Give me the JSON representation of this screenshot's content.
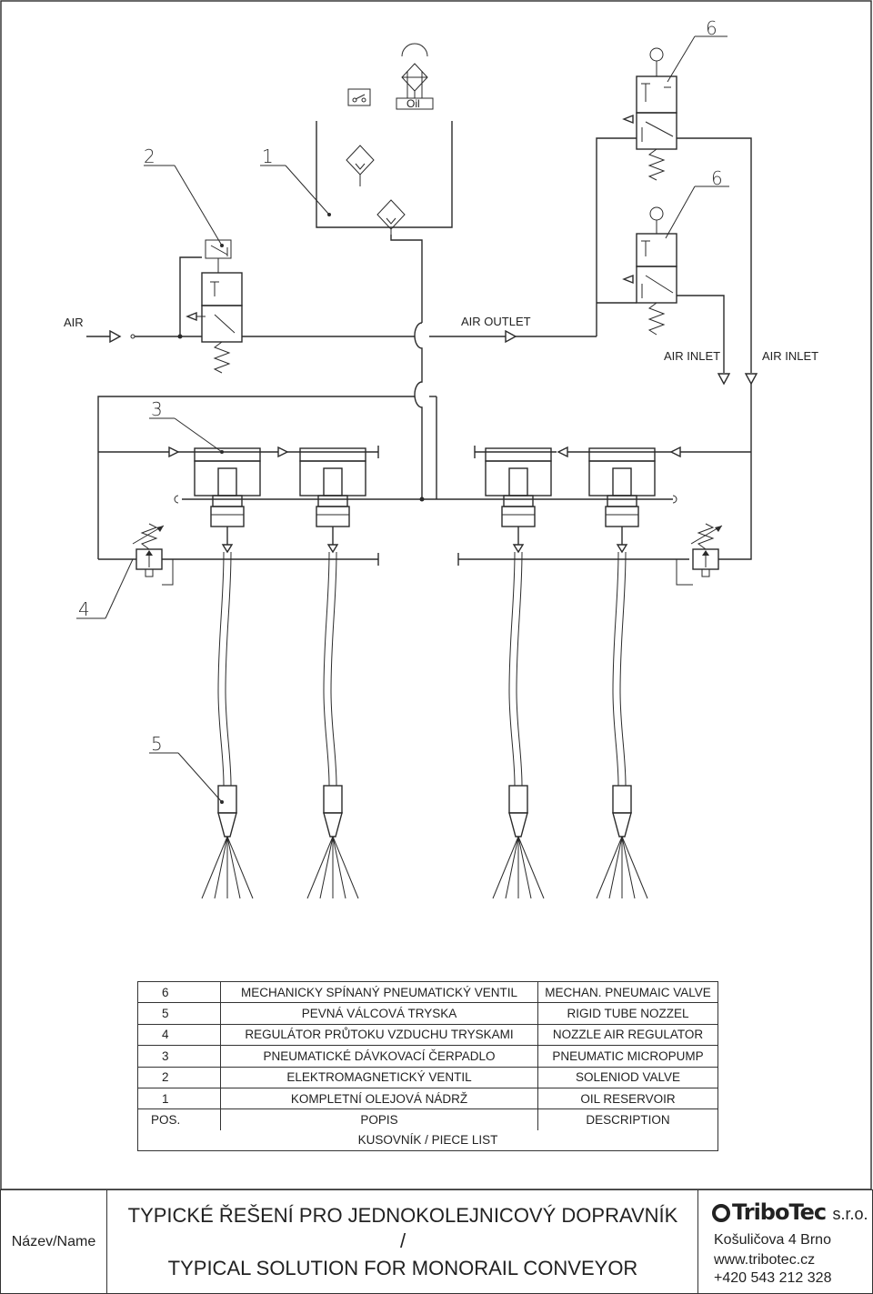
{
  "diagram": {
    "labels": {
      "air": "AIR",
      "air_outlet": "AIR OUTLET",
      "air_inlet_1": "AIR INLET",
      "air_inlet_2": "AIR INLET",
      "oil": "Oil"
    },
    "callouts": [
      "6",
      "6",
      "2",
      "1",
      "3",
      "4",
      "5"
    ]
  },
  "parts_list": {
    "rows": [
      {
        "pos": "6",
        "cz": "MECHANICKY SPÍNANÝ PNEUMATICKÝ VENTIL",
        "en": "MECHAN. PNEUMAIC VALVE"
      },
      {
        "pos": "5",
        "cz": "PEVNÁ VÁLCOVÁ TRYSKA",
        "en": "RIGID TUBE NOZZEL"
      },
      {
        "pos": "4",
        "cz": "REGULÁTOR PRŮTOKU VZDUCHU TRYSKAMI",
        "en": "NOZZLE AIR REGULATOR"
      },
      {
        "pos": "3",
        "cz": "PNEUMATICKÉ DÁVKOVACÍ ČERPADLO",
        "en": "PNEUMATIC MICROPUMP"
      },
      {
        "pos": "2",
        "cz": "ELEKTROMAGNETICKÝ  VENTIL",
        "en": "SOLENIOD VALVE"
      },
      {
        "pos": "1",
        "cz": "KOMPLETNÍ OLEJOVÁ NÁDRŽ",
        "en": "OIL RESERVOIR"
      }
    ],
    "header": {
      "pos": "POS.",
      "cz": "POPIS",
      "en": "DESCRIPTION"
    },
    "footer": "KUSOVNÍK / PIECE LIST"
  },
  "title_block": {
    "name_label": "Název/Name",
    "title_cz": "TYPICKÉ ŘEŠENÍ PRO JEDNOKOLEJNICOVÝ DOPRAVNÍK",
    "separator": "/",
    "title_en": "TYPICAL SOLUTION FOR MONORAIL CONVEYOR",
    "company": "TriboTec",
    "company_suffix": "s.r.o.",
    "address": "Košuličova 4 Brno",
    "web": "www.tribotec.cz",
    "phone": "+420 543 212 328"
  }
}
